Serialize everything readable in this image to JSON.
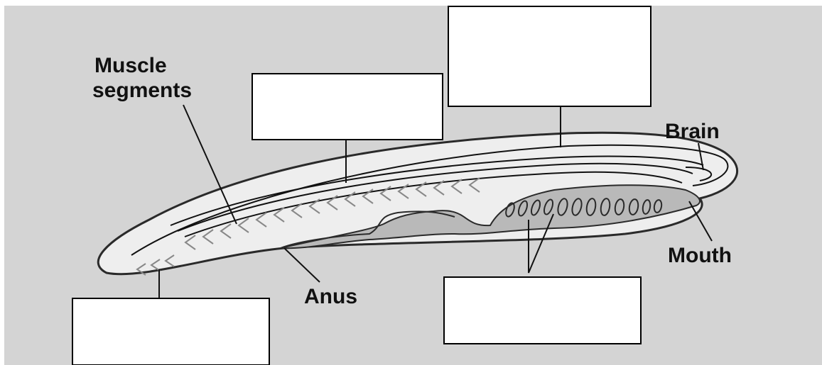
{
  "labels": {
    "muscle_line1": "Muscle",
    "muscle_line2": "segments",
    "brain": "Brain",
    "mouth": "Mouth",
    "anus": "Anus"
  },
  "blank_boxes": [
    "box-1",
    "box-2",
    "box-3",
    "box-4"
  ],
  "colors": {
    "background": "#d4d4d4",
    "body": "#eeeeee",
    "gut": "#b9b9b9",
    "outline": "#2a2a2a"
  }
}
